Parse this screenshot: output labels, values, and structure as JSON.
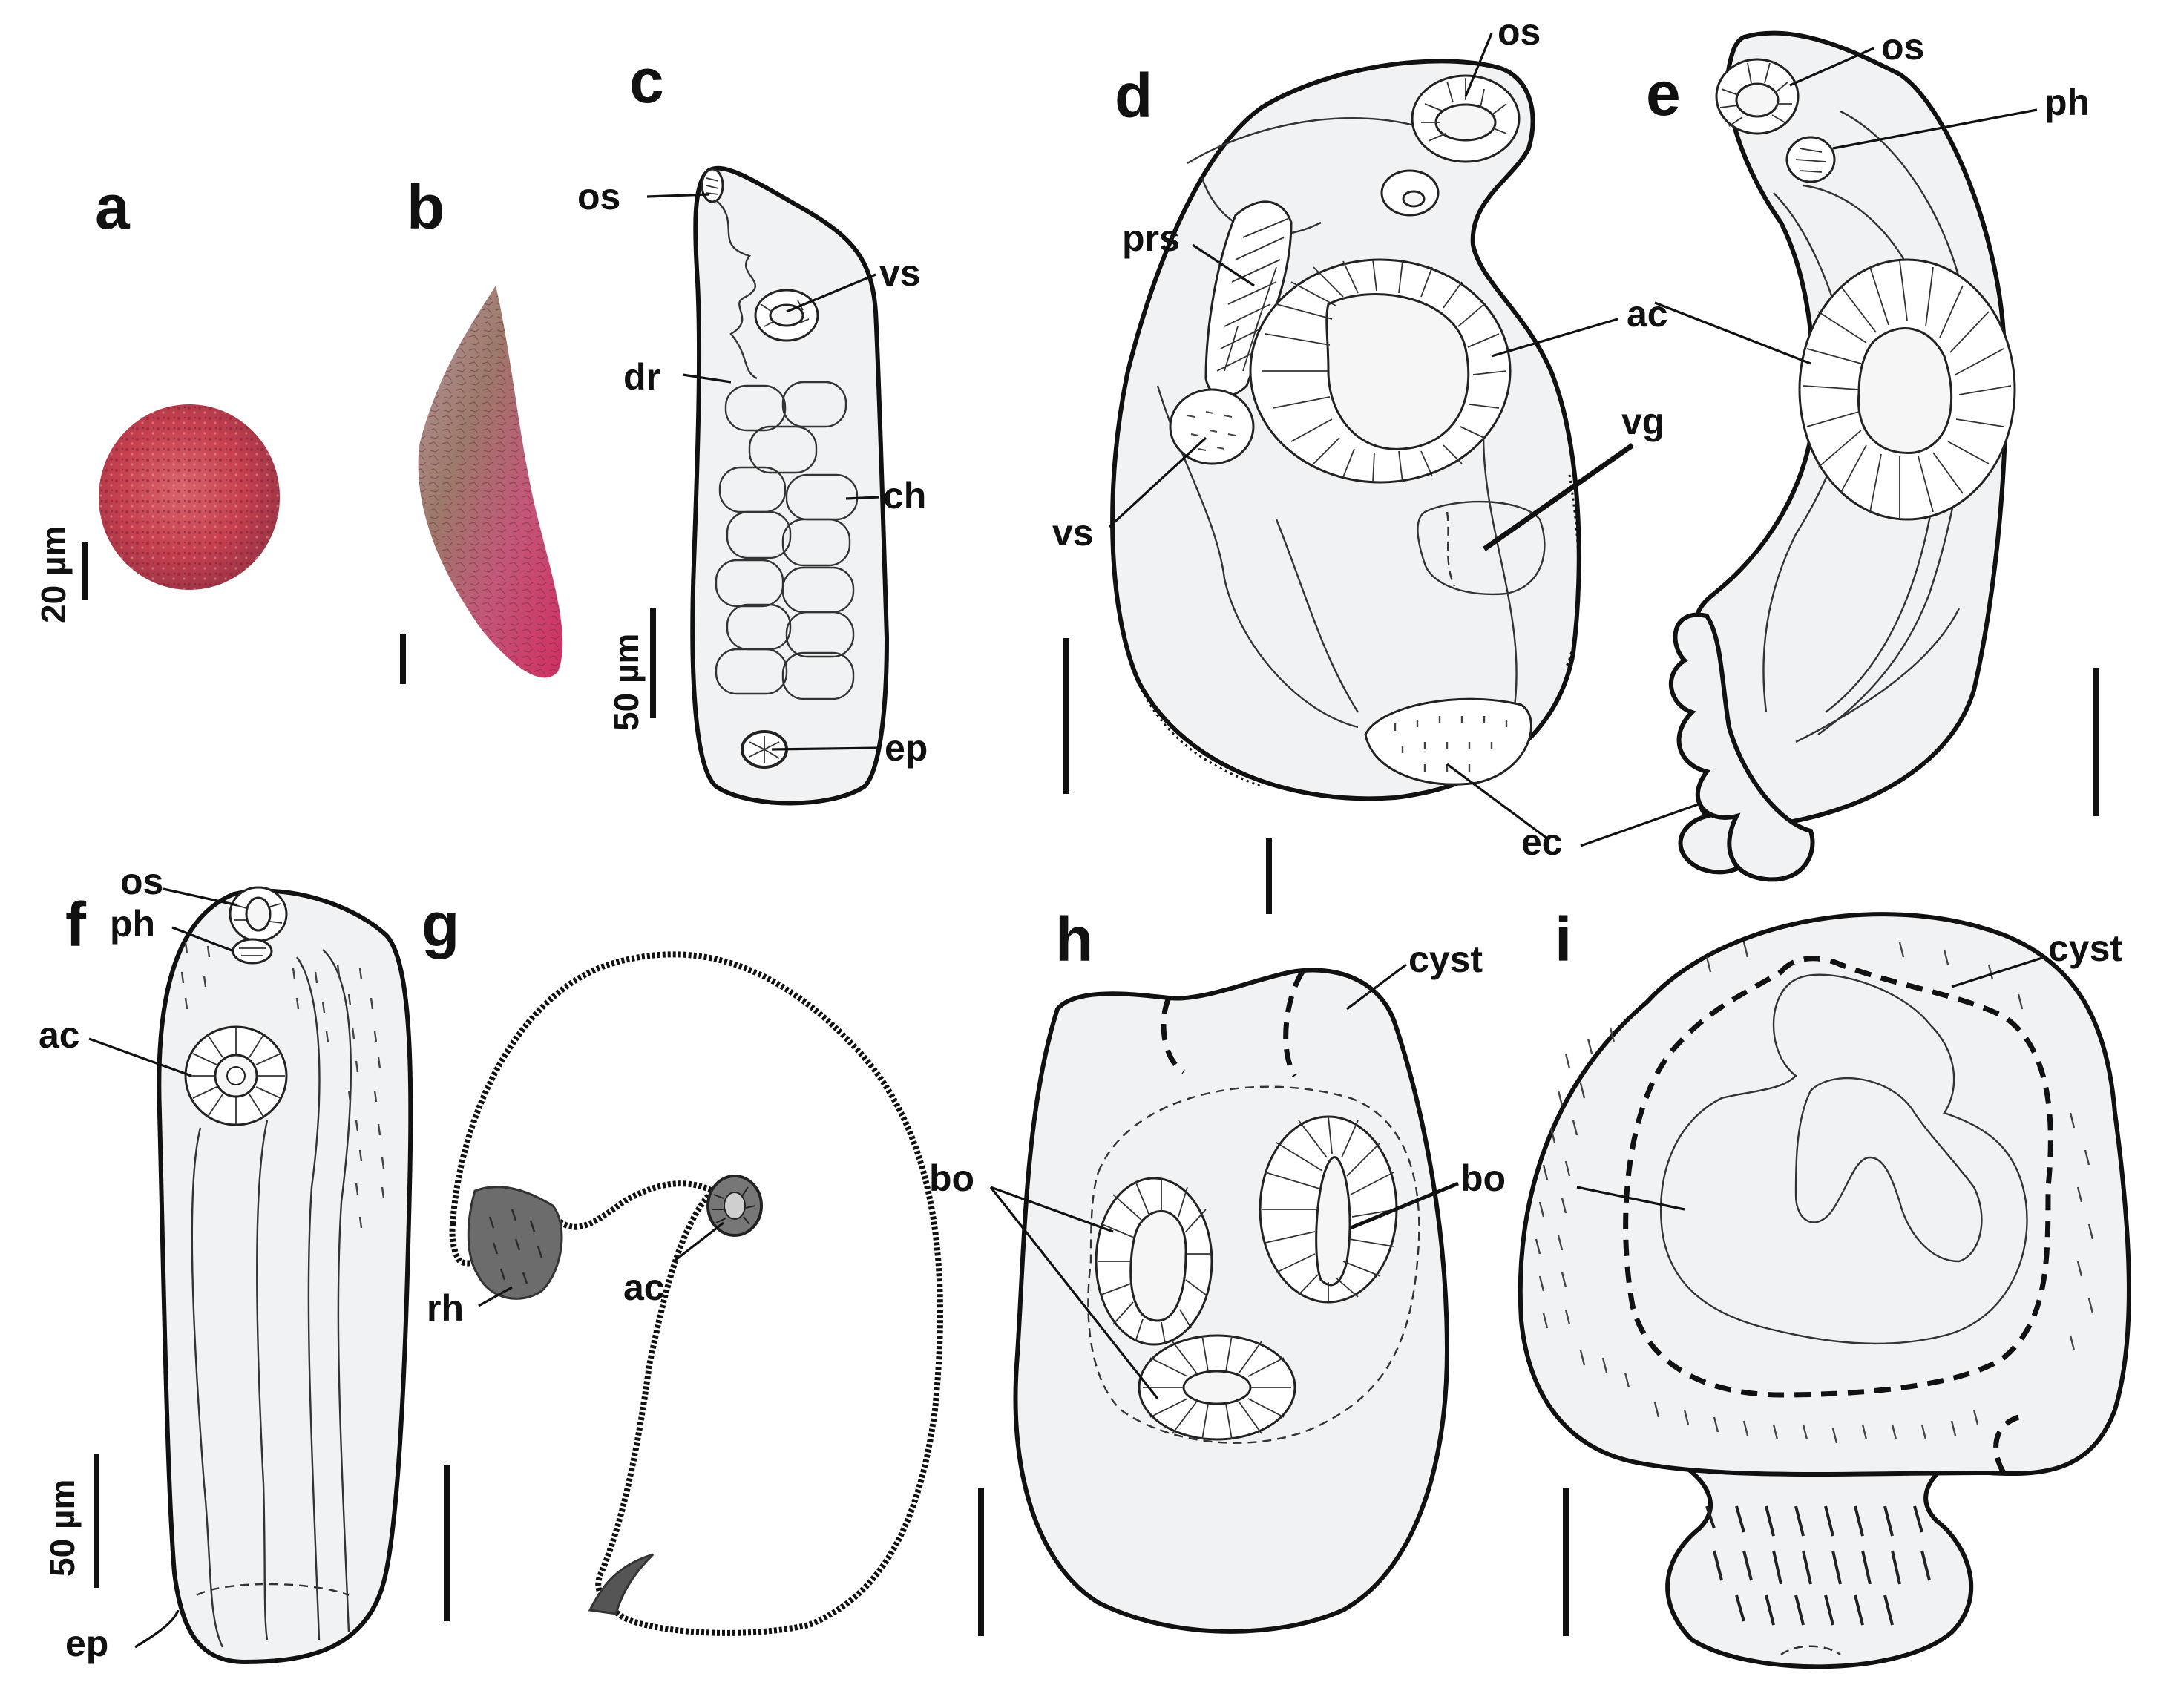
{
  "panels": [
    {
      "id": "a",
      "letter": "a"
    },
    {
      "id": "b",
      "letter": "b"
    },
    {
      "id": "c",
      "letter": "c"
    },
    {
      "id": "d",
      "letter": "d"
    },
    {
      "id": "e",
      "letter": "e"
    },
    {
      "id": "f",
      "letter": "f"
    },
    {
      "id": "g",
      "letter": "g"
    },
    {
      "id": "h",
      "letter": "h"
    },
    {
      "id": "i",
      "letter": "i"
    }
  ],
  "labels": {
    "os": "os",
    "vs": "vs",
    "dr": "dr",
    "ch": "ch",
    "ep": "ep",
    "prs": "prs",
    "ac": "ac",
    "vg": "vg",
    "ec": "ec",
    "ph": "ph",
    "rh": "rh",
    "bo": "bo",
    "cyst": "cyst"
  },
  "scale_bars": {
    "a": "20 µm",
    "c": "50 µm",
    "f": "50 µm"
  },
  "colors": {
    "ink": "#111111",
    "body_fill": "#f1f2f3",
    "photo_a": "#c84a55",
    "photo_b": "#c8456a",
    "rhabdite_fill": "#6c6c6c"
  }
}
